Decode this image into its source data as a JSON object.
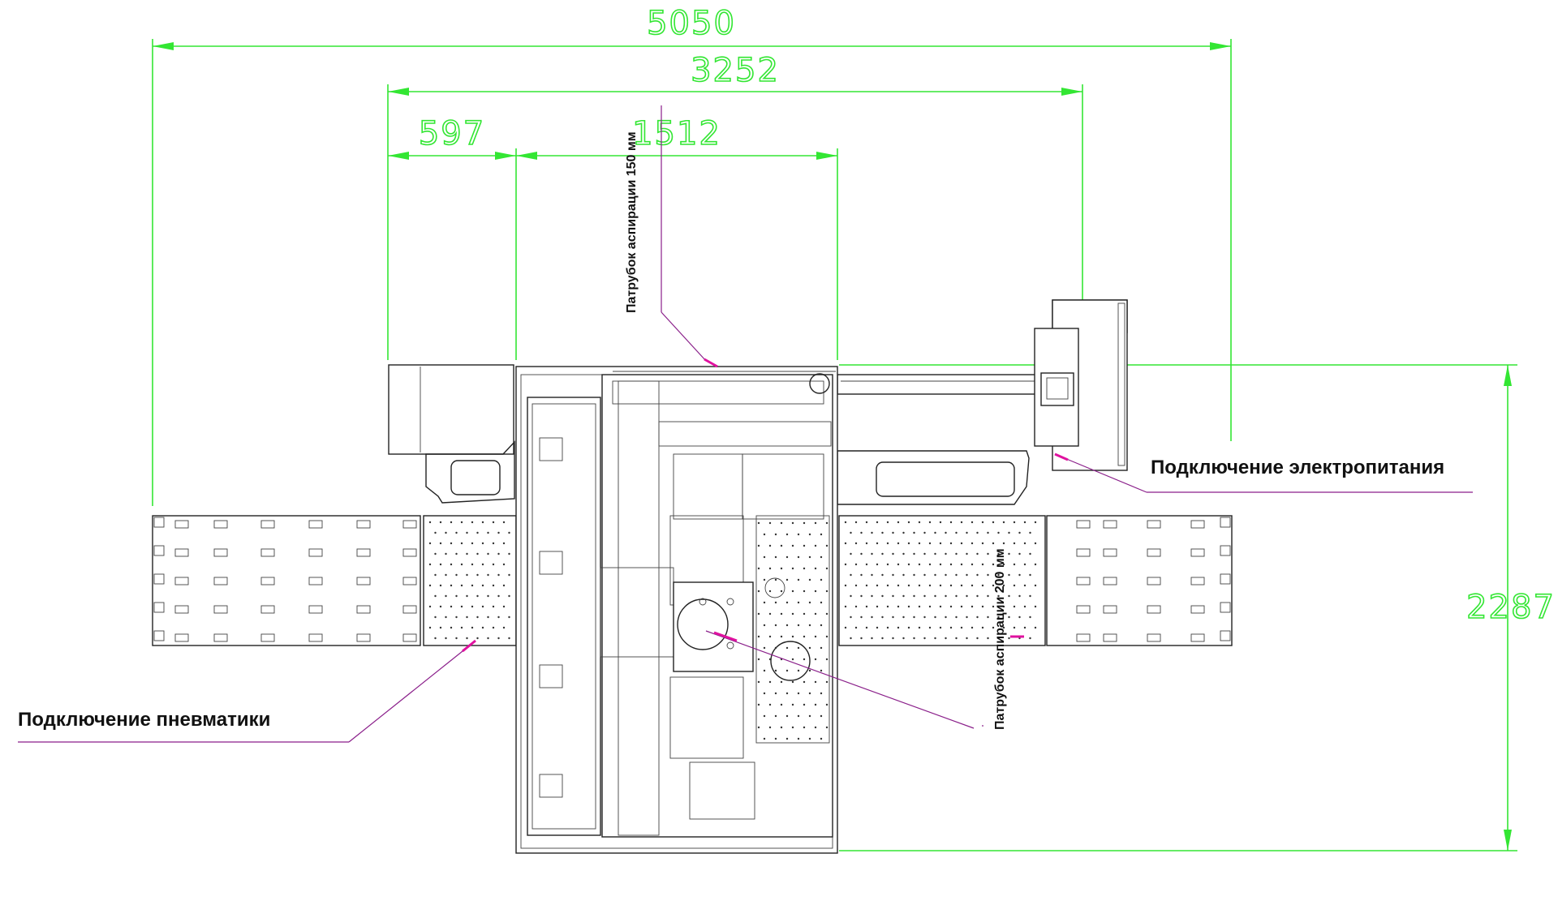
{
  "dimensions": {
    "overall_width": "5050",
    "machine_width": "3252",
    "left_offset": "597",
    "center_width": "1512",
    "overall_depth": "2287"
  },
  "labels": {
    "aspiration_150": "Патрубок аспирации 150 мм",
    "aspiration_200": "Патрубок аспирации 200 мм",
    "power": "Подключение электропитания",
    "pneumatics": "Подключение пневматики"
  },
  "colors": {
    "dimension": "#33e633",
    "leader": "#8a1f8a",
    "leader_tip": "#e0119f",
    "drawing": "#222222"
  }
}
